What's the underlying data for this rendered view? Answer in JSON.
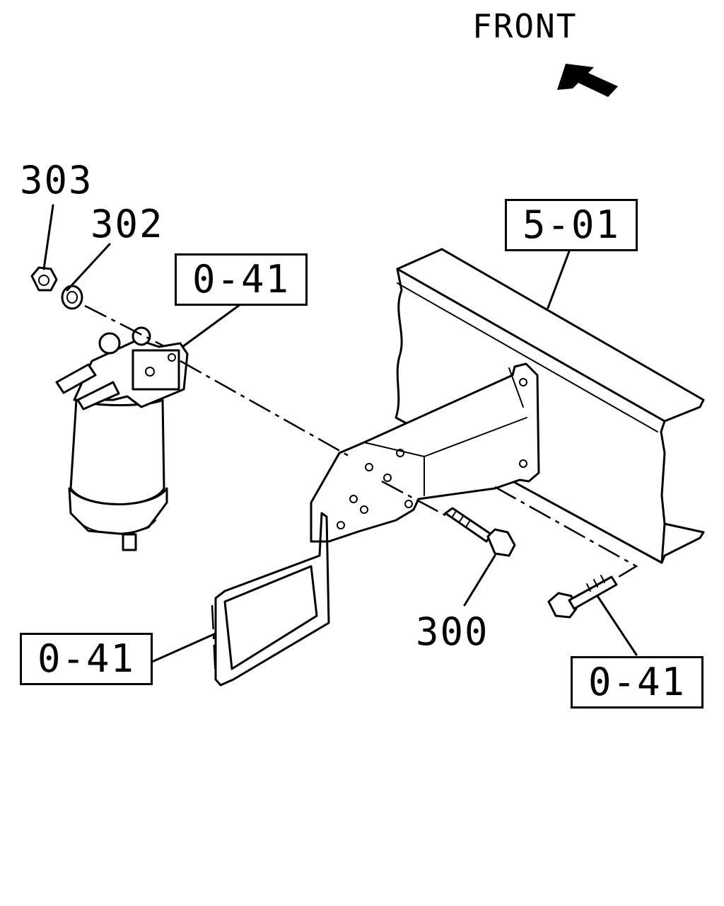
{
  "orientation": {
    "label": "FRONT",
    "arrow_icon": "arrow-front-icon"
  },
  "callouts": {
    "frame_ref": "5-01",
    "filter_ref": "0-41",
    "bracket_ref": "0-41",
    "bolt_ref": "0-41",
    "nut": "303",
    "washer": "302",
    "bolt": "300"
  },
  "colors": {
    "line": "#000000",
    "background": "#ffffff"
  }
}
